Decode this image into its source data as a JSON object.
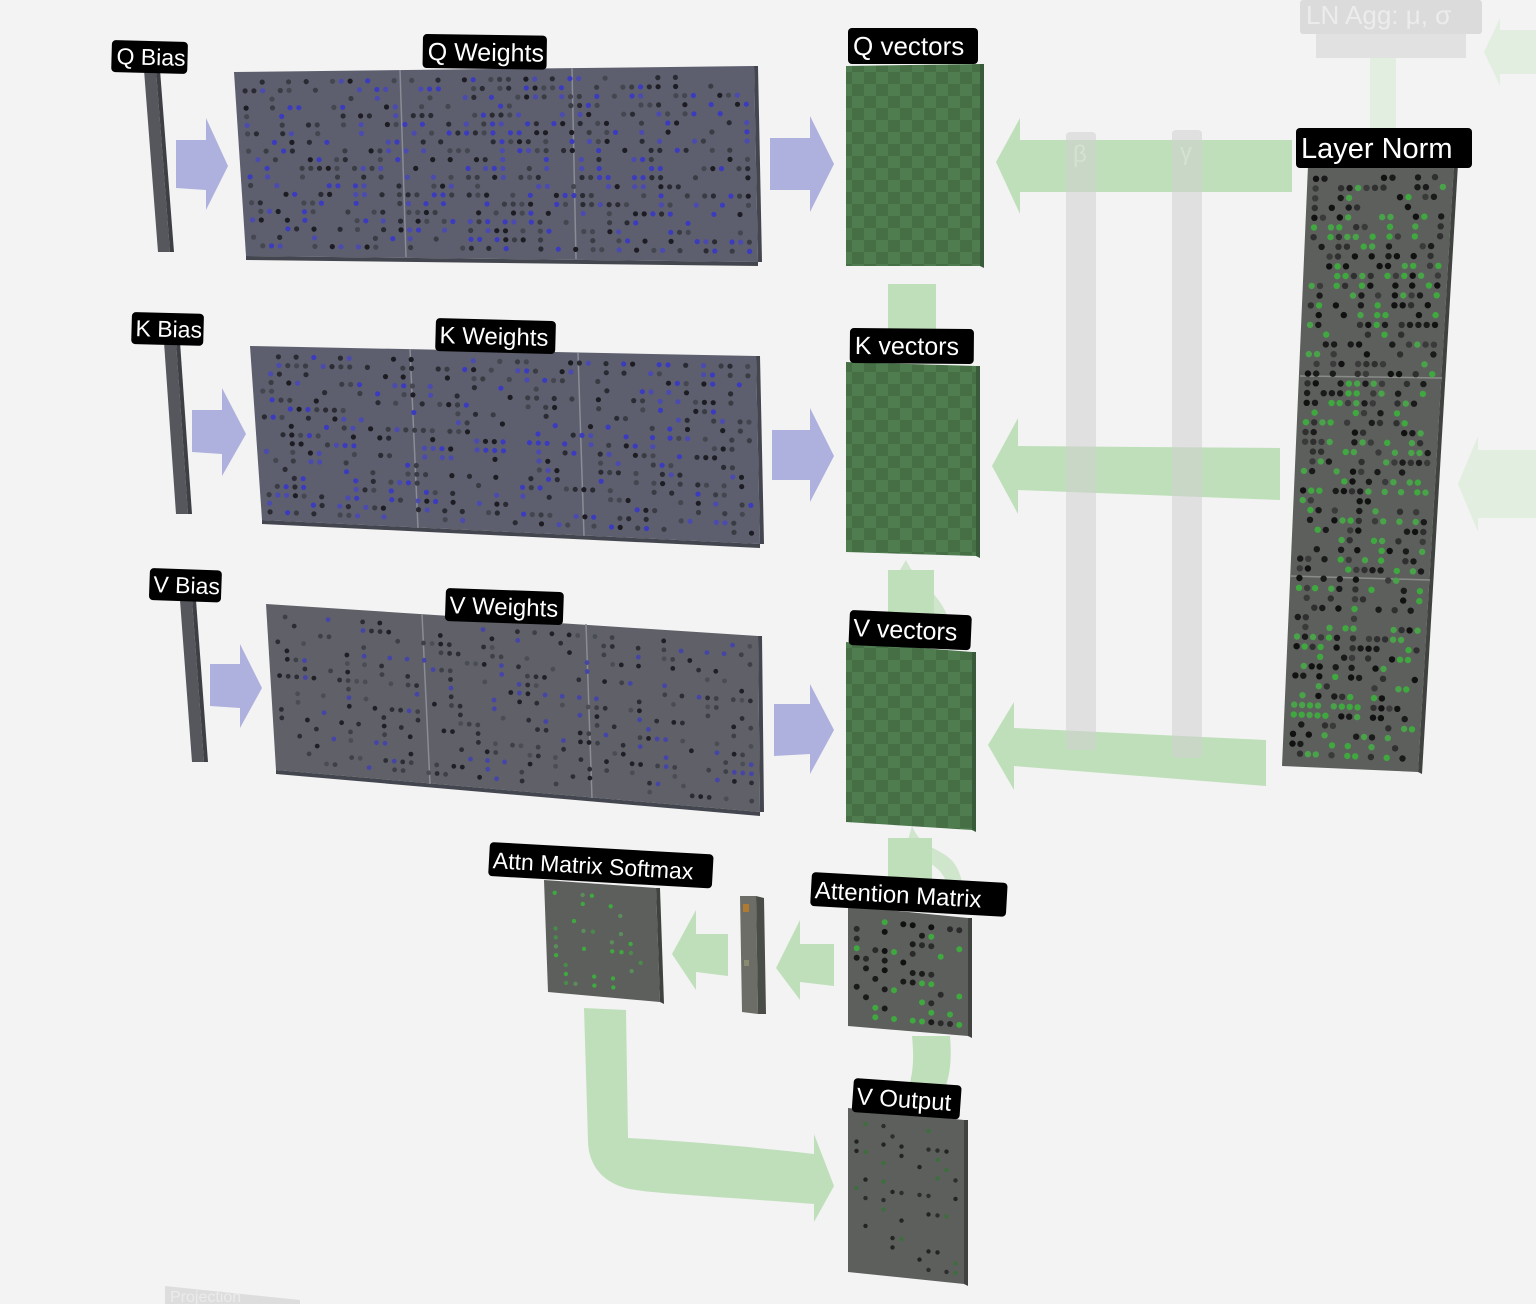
{
  "labels": {
    "q_bias": "Q Bias",
    "q_weights": "Q Weights",
    "q_vectors": "Q vectors",
    "k_bias": "K Bias",
    "k_weights": "K Weights",
    "k_vectors": "K vectors",
    "v_bias": "V Bias",
    "v_weights": "V Weights",
    "v_vectors": "V vectors",
    "layer_norm": "Layer Norm",
    "attention_matrix": "Attention Matrix",
    "attn_softmax": "Attn Matrix Softmax",
    "v_output": "V Output"
  },
  "faint_labels": {
    "ln_agg": "LN Agg: μ, σ",
    "beta": "β",
    "gamma": "γ",
    "projection": "Projection"
  },
  "colors": {
    "background": "#f3f3f3",
    "matrix_gray": "#5c5f66",
    "weights_tint": "#5d5f70",
    "vectors_green": "#4d7a4d",
    "vector_check_dark": "#426b42",
    "purple_arrow": "#aeb0de",
    "green_flow": "#b9ddb4",
    "label_bg": "#000000",
    "label_text": "#ffffff",
    "dot_blue": "#3b3bc0",
    "dot_green": "#3fa83f",
    "dot_dark": "#1a1a1a"
  }
}
